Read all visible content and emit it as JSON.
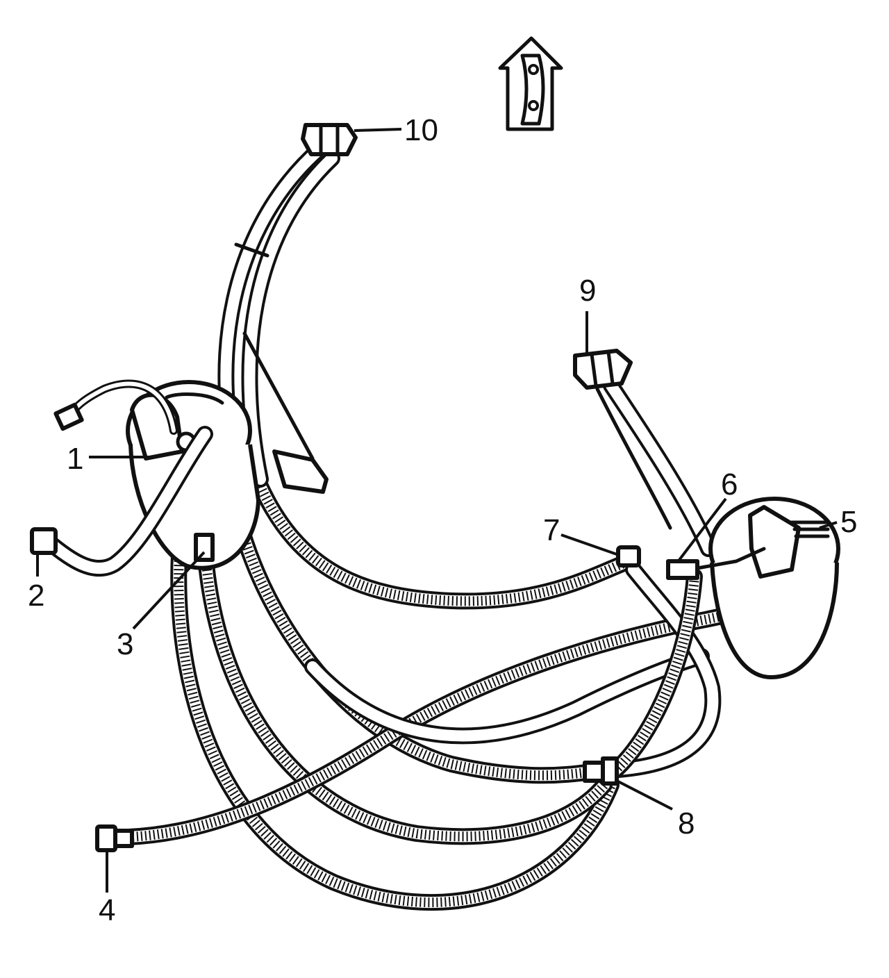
{
  "callouts": {
    "c1": "1",
    "c2": "2",
    "c3": "3",
    "c4": "4",
    "c5": "5",
    "c6": "6",
    "c7": "7",
    "c8": "8",
    "c9": "9",
    "c10": "10"
  },
  "icons": {
    "direction": "vehicle-forward-arrow-icon"
  },
  "colors": {
    "line": "#111111",
    "background": "#ffffff"
  }
}
